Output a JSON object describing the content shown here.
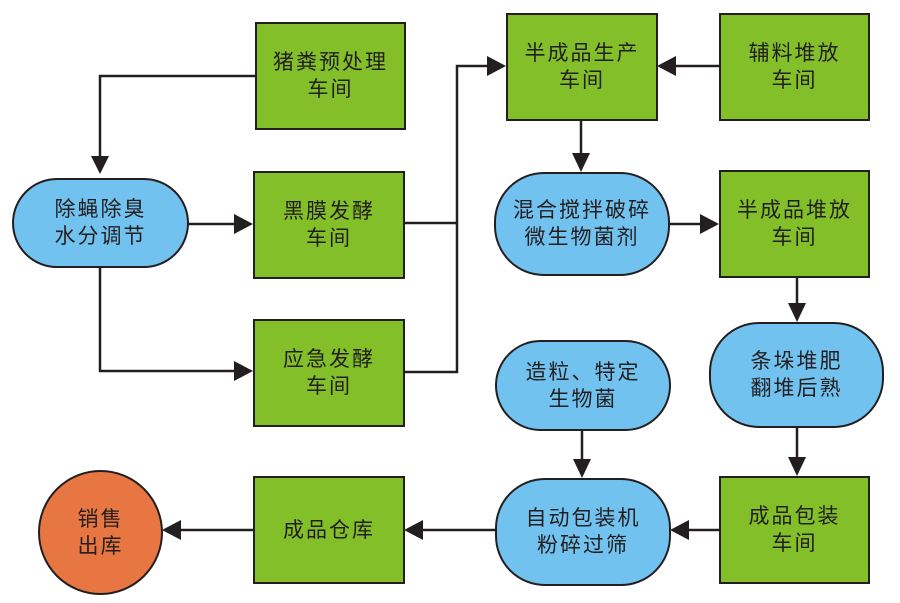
{
  "colors": {
    "workshop_fill": "#83bf28",
    "process_fill": "#72c2ef",
    "terminal_fill": "#e87642",
    "stroke": "#231f20"
  },
  "nodes": {
    "pig_manure_pretreatment": {
      "label": "猪粪预处理\n车间",
      "type": "workshop"
    },
    "deodorize_moisture": {
      "label": "除蝇除臭\n水分调节",
      "type": "process"
    },
    "black_film_fermentation": {
      "label": "黑膜发酵\n车间",
      "type": "workshop"
    },
    "emergency_fermentation": {
      "label": "应急发酵\n车间",
      "type": "workshop"
    },
    "semi_product_production": {
      "label": "半成品生产\n车间",
      "type": "workshop"
    },
    "auxiliary_storage": {
      "label": "辅料堆放\n车间",
      "type": "workshop"
    },
    "mixing_crushing": {
      "label": "混合搅拌破碎\n微生物菌剂",
      "type": "process"
    },
    "semi_product_storage": {
      "label": "半成品堆放\n车间",
      "type": "workshop"
    },
    "windrow_composting": {
      "label": "条垛堆肥\n翻堆后熟",
      "type": "process"
    },
    "granulation": {
      "label": "造粒、特定\n生物菌",
      "type": "process"
    },
    "auto_packaging": {
      "label": "自动包装机\n粉碎过筛",
      "type": "process"
    },
    "finished_packaging": {
      "label": "成品包装\n车间",
      "type": "workshop"
    },
    "finished_warehouse": {
      "label": "成品仓库",
      "type": "workshop"
    },
    "sales_outbound": {
      "label": "销售\n出库",
      "type": "terminal"
    }
  },
  "edges": [
    {
      "from": "pig_manure_pretreatment",
      "to": "deodorize_moisture"
    },
    {
      "from": "deodorize_moisture",
      "to": "black_film_fermentation"
    },
    {
      "from": "deodorize_moisture",
      "to": "emergency_fermentation"
    },
    {
      "from": "black_film_fermentation",
      "to": "semi_product_production"
    },
    {
      "from": "emergency_fermentation",
      "to": "semi_product_production"
    },
    {
      "from": "auxiliary_storage",
      "to": "semi_product_production"
    },
    {
      "from": "semi_product_production",
      "to": "mixing_crushing"
    },
    {
      "from": "mixing_crushing",
      "to": "semi_product_storage"
    },
    {
      "from": "semi_product_storage",
      "to": "windrow_composting"
    },
    {
      "from": "windrow_composting",
      "to": "finished_packaging"
    },
    {
      "from": "finished_packaging",
      "to": "auto_packaging"
    },
    {
      "from": "granulation",
      "to": "auto_packaging"
    },
    {
      "from": "auto_packaging",
      "to": "finished_warehouse"
    },
    {
      "from": "finished_warehouse",
      "to": "sales_outbound"
    }
  ]
}
